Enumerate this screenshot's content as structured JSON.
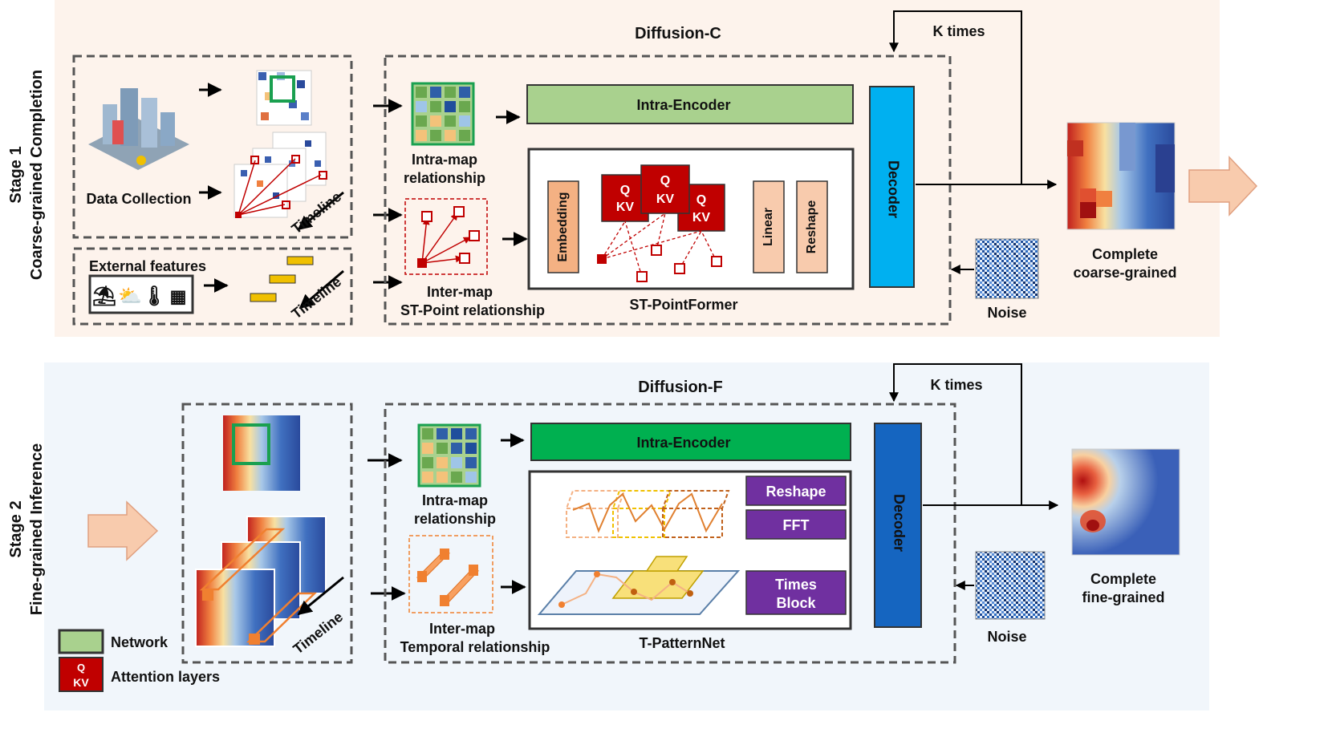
{
  "stage1": {
    "title": "Stage 1",
    "subtitle": "Coarse-grained Completion",
    "data_collection": "Data Collection",
    "external_features": "External features",
    "timeline_upper": "Timeline",
    "timeline_lower": "Timeline",
    "diffusion_title": "Diffusion-C",
    "k_times": "K times",
    "intra_map_line1": "Intra-map",
    "intra_map_line2": "relationship",
    "inter_map_line1": "Inter-map",
    "inter_map_line2": "ST-Point relationship",
    "intra_encoder": "Intra-Encoder",
    "embedding": "Embedding",
    "attention_q": "Q",
    "attention_kv": "KV",
    "linear": "Linear",
    "reshape": "Reshape",
    "module_name": "ST-PointFormer",
    "decoder": "Decoder",
    "noise": "Noise",
    "output_line1": "Complete",
    "output_line2": "coarse-grained"
  },
  "stage2": {
    "title": "Stage 2",
    "subtitle": "Fine-grained Inference",
    "timeline": "Timeline",
    "diffusion_title": "Diffusion-F",
    "k_times": "K times",
    "intra_map_line1": "Intra-map",
    "intra_map_line2": "relationship",
    "inter_map_line1": "Inter-map",
    "inter_map_line2": "Temporal relationship",
    "intra_encoder": "Intra-Encoder",
    "reshape": "Reshape",
    "fft": "FFT",
    "times_block_line1": "Times",
    "times_block_line2": "Block",
    "module_name": "T-PatternNet",
    "decoder": "Decoder",
    "noise": "Noise",
    "output_line1": "Complete",
    "output_line2": "fine-grained"
  },
  "legend": {
    "network": "Network",
    "attention_layers": "Attention layers",
    "attention_q": "Q",
    "attention_kv": "KV"
  },
  "colors": {
    "stage1_bg": "#fdf3ec",
    "stage2_bg": "#f1f6fb",
    "network_light": "#a9d18e",
    "network_dark": "#00b050",
    "decoder_light": "#00b0f0",
    "decoder_dark": "#1565c0",
    "attention": "#c00000",
    "embedding": "#f4b183",
    "module_purple": "#7030a0",
    "arrow_peach": "#f8cbad"
  }
}
